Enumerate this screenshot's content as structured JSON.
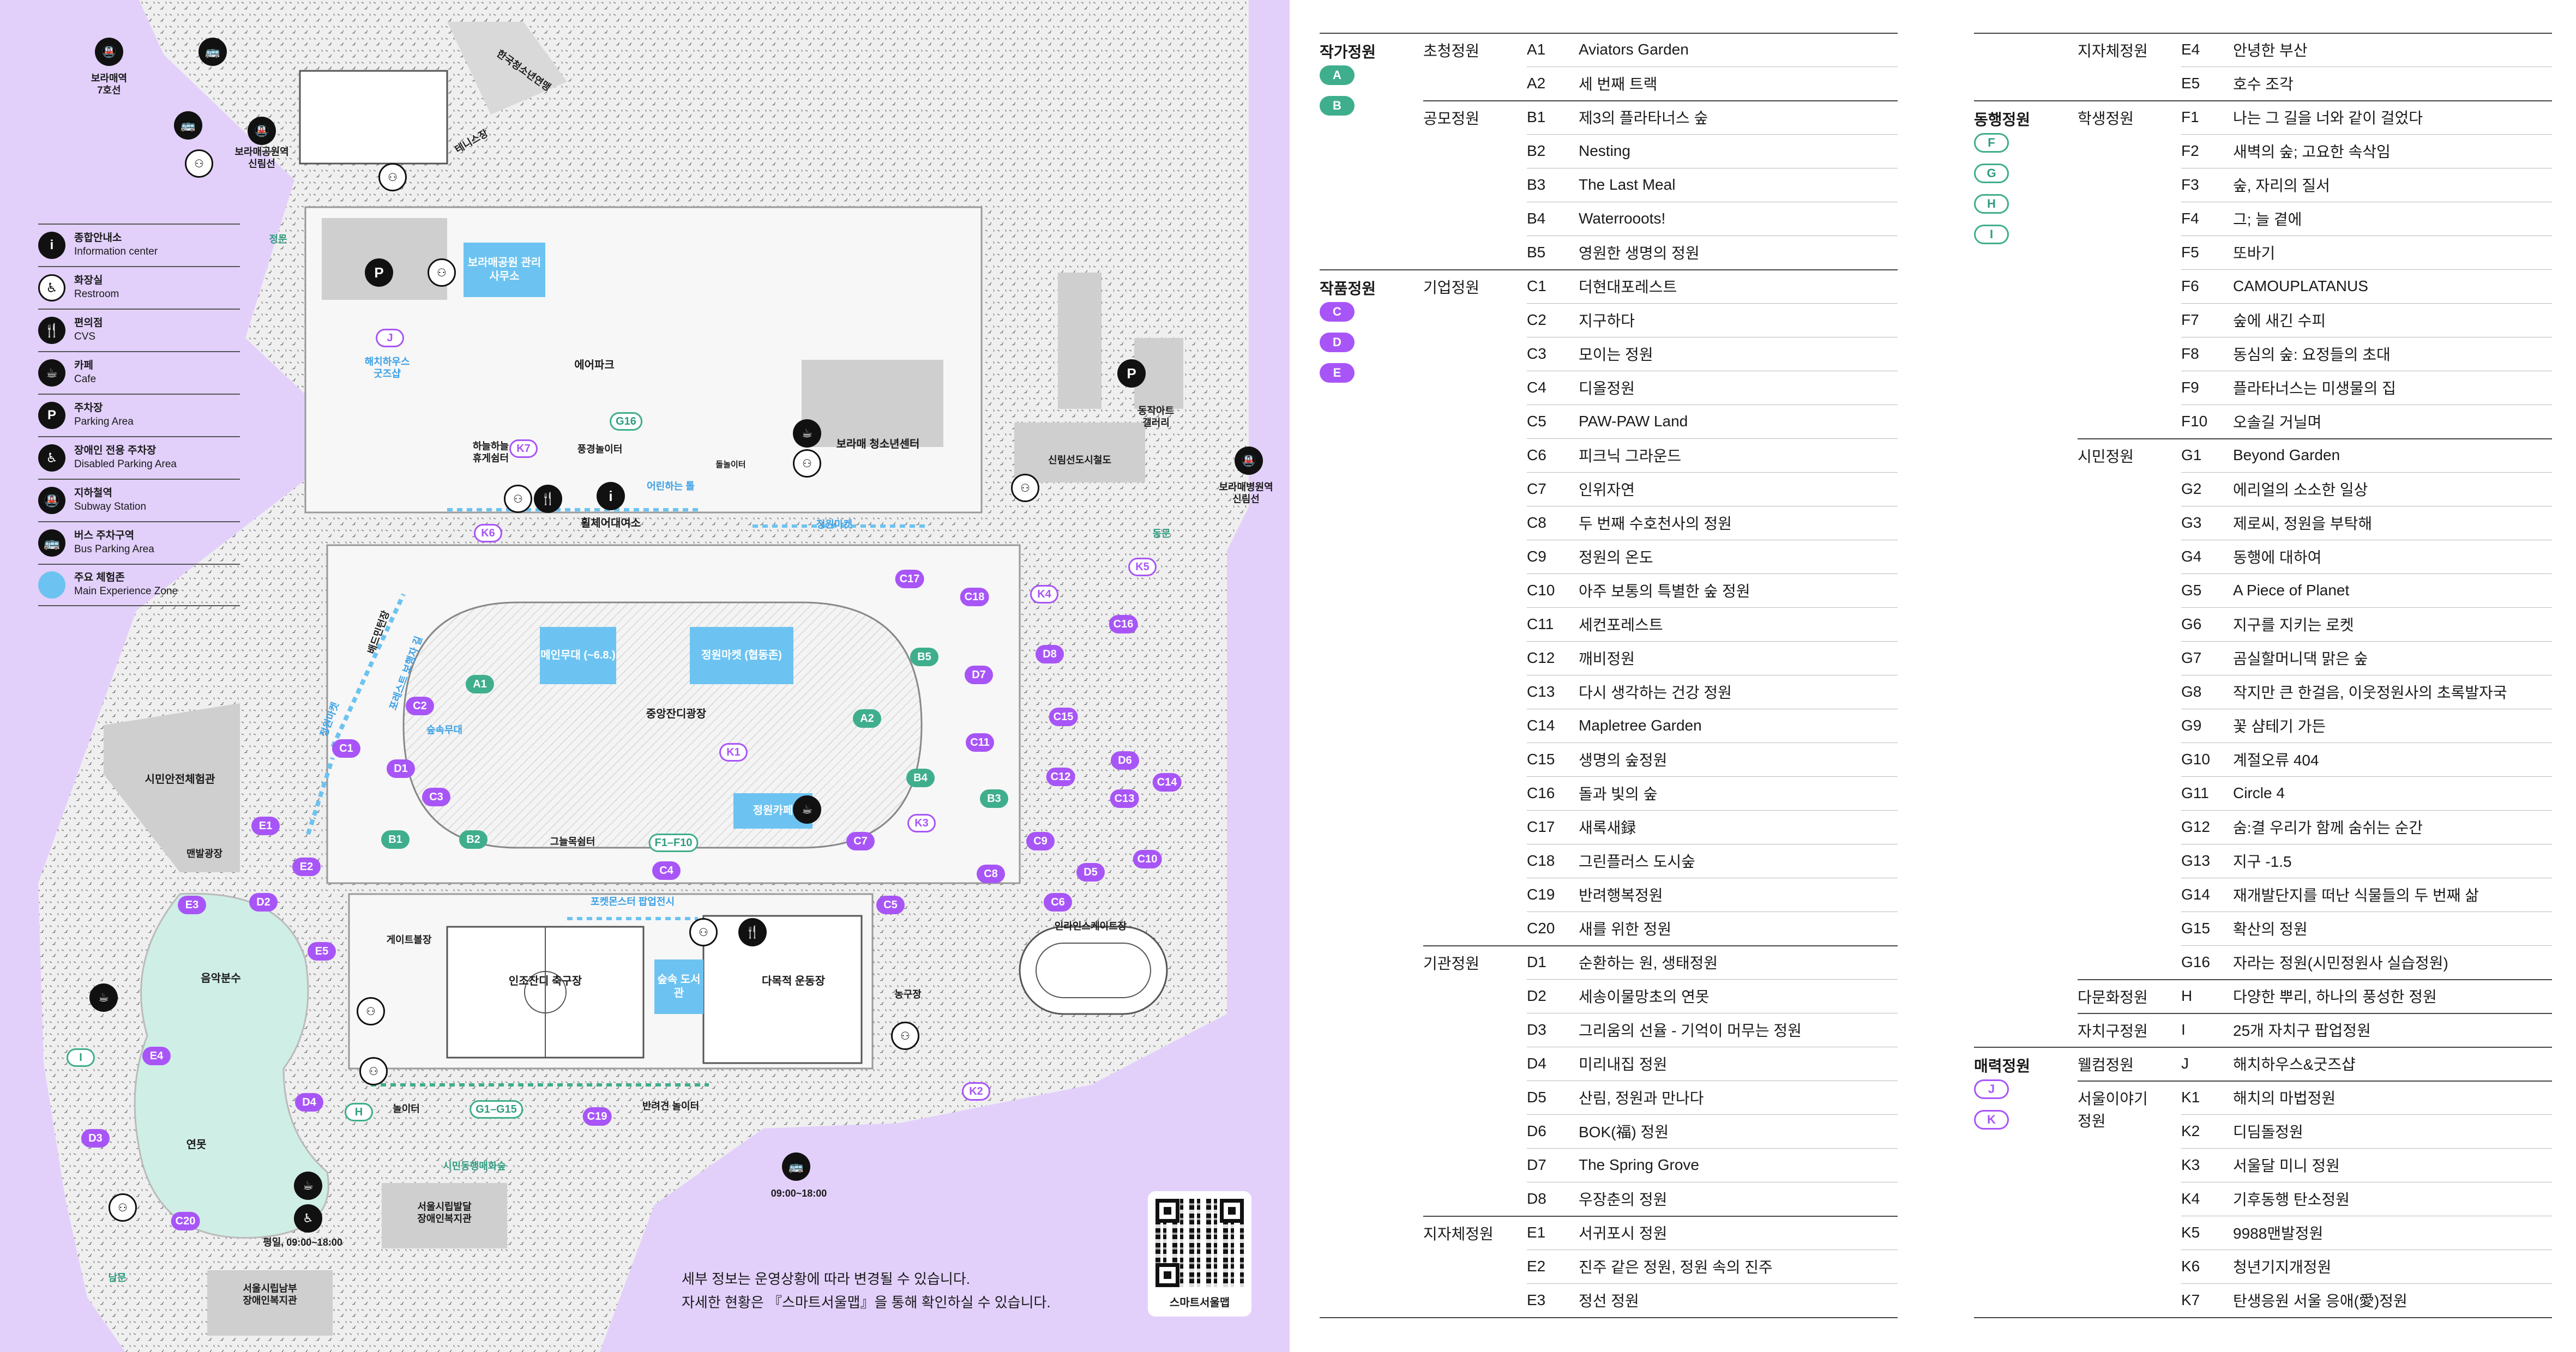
{
  "map": {
    "buildings": {
      "subway_bora": "보라매역\n7호선",
      "youth_federation": "한국청소년연맹",
      "tennis": "테니스장",
      "subway_park": "보라매공원역\n신림선",
      "main_gate": "정문",
      "park_office": "보라매공원\n관리사무소",
      "haechi": "해치하우스\n굿즈샵",
      "airpark": "에어파크",
      "rest_area": "하늘하늘\n휴게쉼터",
      "fountain": "풍경놀이터",
      "dolmen": "돌놀이터",
      "youth_center": "보라매 청소년센터",
      "dongjak_gallery": "동작아트\n갤러리",
      "sillim_office": "신림선도시철도",
      "hospital_station": "보라매병원역\n신림선",
      "east_gate": "동문",
      "wheelchair": "휠체어대여소",
      "path_togetherness": "어린하는 톨",
      "garden_market": "정원마켓",
      "badminton": "배드민턴장",
      "main_stage": "메인무대\n(~6.8.)",
      "market_box": "정원마켓\n(협동존)",
      "central_lawn": "중앙잔디광장",
      "forest_stage": "숲속무대",
      "civil_safety": "시민안전체험관",
      "garden_cafe": "정원카페",
      "shade_rest": "그늘목쉼터",
      "gate_ball": "게이트볼장",
      "artificial_field": "인조잔디 축구장",
      "forest_library": "숲속\n도서관",
      "multi_field": "다목적 운동장",
      "basketball": "농구장",
      "skate": "인라인스케이트장",
      "popup_store": "포켓몬스터 팝업전시",
      "music_stage": "음악분수",
      "lake": "연못",
      "playground": "놀이터",
      "dog_park": "반려견 놀이터",
      "welfare1": "서울시립발달\n장애인복지관",
      "welfare2": "서울시립남부\n장애인복지관",
      "south_gate": "남문",
      "cafe_hours": "평일, 09:00~18:00",
      "bus_hours": "09:00~18:00",
      "paddle": "맨발광장",
      "disabled_path": "시민동행매화숲",
      "forest_path1": "포레스트 보행자 길",
      "forest_path2": "정원마켓"
    },
    "markers": [
      {
        "code": "A1",
        "style": "g"
      },
      {
        "code": "A2",
        "style": "g"
      },
      {
        "code": "B1",
        "style": "g"
      },
      {
        "code": "B2",
        "style": "g"
      },
      {
        "code": "B3",
        "style": "g"
      },
      {
        "code": "B4",
        "style": "g"
      },
      {
        "code": "B5",
        "style": "g"
      },
      {
        "code": "C1",
        "style": "p"
      },
      {
        "code": "C2",
        "style": "p"
      },
      {
        "code": "C3",
        "style": "p"
      },
      {
        "code": "C4",
        "style": "p"
      },
      {
        "code": "C5",
        "style": "p"
      },
      {
        "code": "C6",
        "style": "p"
      },
      {
        "code": "C7",
        "style": "p"
      },
      {
        "code": "C8",
        "style": "p"
      },
      {
        "code": "C9",
        "style": "p"
      },
      {
        "code": "C10",
        "style": "p"
      },
      {
        "code": "C11",
        "style": "p"
      },
      {
        "code": "C12",
        "style": "p"
      },
      {
        "code": "C13",
        "style": "p"
      },
      {
        "code": "C14",
        "style": "p"
      },
      {
        "code": "C15",
        "style": "p"
      },
      {
        "code": "C16",
        "style": "p"
      },
      {
        "code": "C17",
        "style": "p"
      },
      {
        "code": "C18",
        "style": "p"
      },
      {
        "code": "C19",
        "style": "p"
      },
      {
        "code": "C20",
        "style": "p"
      },
      {
        "code": "D1",
        "style": "p"
      },
      {
        "code": "D2",
        "style": "p"
      },
      {
        "code": "D3",
        "style": "p"
      },
      {
        "code": "D4",
        "style": "p"
      },
      {
        "code": "D5",
        "style": "p"
      },
      {
        "code": "D6",
        "style": "p"
      },
      {
        "code": "D7",
        "style": "p"
      },
      {
        "code": "D8",
        "style": "p"
      },
      {
        "code": "E1",
        "style": "p"
      },
      {
        "code": "E2",
        "style": "p"
      },
      {
        "code": "E3",
        "style": "p"
      },
      {
        "code": "E4",
        "style": "p"
      },
      {
        "code": "E5",
        "style": "p"
      },
      {
        "code": "F1–F10",
        "style": "o"
      },
      {
        "code": "G1–G15",
        "style": "o"
      },
      {
        "code": "G16",
        "style": "o"
      },
      {
        "code": "H",
        "style": "o"
      },
      {
        "code": "I",
        "style": "o"
      },
      {
        "code": "J",
        "style": "ob"
      },
      {
        "code": "K1",
        "style": "ob"
      },
      {
        "code": "K2",
        "style": "ob"
      },
      {
        "code": "K3",
        "style": "ob"
      },
      {
        "code": "K4",
        "style": "ob"
      },
      {
        "code": "K5",
        "style": "ob"
      },
      {
        "code": "K6",
        "style": "ob"
      },
      {
        "code": "K7",
        "style": "ob"
      }
    ],
    "legend": [
      {
        "icon": "i",
        "ko": "종합안내소",
        "en": "Information center",
        "style": "fill"
      },
      {
        "icon": "♿",
        "ko": "화장실",
        "en": "Restroom",
        "style": "outline"
      },
      {
        "icon": "🍴",
        "ko": "편의점",
        "en": "CVS",
        "style": "fill"
      },
      {
        "icon": "☕",
        "ko": "카페",
        "en": "Cafe",
        "style": "fill"
      },
      {
        "icon": "P",
        "ko": "주차장",
        "en": "Parking Area",
        "style": "fill"
      },
      {
        "icon": "♿",
        "ko": "장애인 전용 주차장",
        "en": "Disabled Parking Area",
        "style": "fill"
      },
      {
        "icon": "🚇",
        "ko": "지하철역",
        "en": "Subway Station",
        "style": "fill"
      },
      {
        "icon": "🚌",
        "ko": "버스 주차구역",
        "en": "Bus Parking Area",
        "style": "fill"
      },
      {
        "icon": "",
        "ko": "주요 체험존",
        "en": "Main Experience Zone",
        "style": "zone"
      }
    ],
    "notice": [
      "세부 정보는 운영상황에 따라 변경될 수 있습니다.",
      "자세한 현황은 『스마트서울맵』을 통해 확인하실 수 있습니다."
    ],
    "qr_caption": "스마트서울맵"
  },
  "directory": {
    "col1": [
      {
        "cat": "작가정원",
        "badges": [
          {
            "t": "A",
            "s": "g"
          },
          {
            "t": "B",
            "s": "g"
          }
        ],
        "groups": [
          {
            "sub": "초청정원",
            "items": [
              [
                "A1",
                "Aviators Garden"
              ],
              [
                "A2",
                "세 번째 트랙"
              ]
            ]
          },
          {
            "sub": "공모정원",
            "items": [
              [
                "B1",
                "제3의 플라타너스 숲"
              ],
              [
                "B2",
                "Nesting"
              ],
              [
                "B3",
                "The Last Meal"
              ],
              [
                "B4",
                "Waterrooots!"
              ],
              [
                "B5",
                "영원한 생명의 정원"
              ]
            ]
          }
        ]
      },
      {
        "cat": "작품정원",
        "badges": [
          {
            "t": "C",
            "s": "p"
          },
          {
            "t": "D",
            "s": "p"
          },
          {
            "t": "E",
            "s": "p"
          }
        ],
        "groups": [
          {
            "sub": "기업정원",
            "items": [
              [
                "C1",
                "더현대포레스트"
              ],
              [
                "C2",
                "지구하다"
              ],
              [
                "C3",
                "모이는 정원"
              ],
              [
                "C4",
                "디올정원"
              ],
              [
                "C5",
                "PAW-PAW Land"
              ],
              [
                "C6",
                "피크닉 그라운드"
              ],
              [
                "C7",
                "인위자연"
              ],
              [
                "C8",
                "두 번째 수호천사의 정원"
              ],
              [
                "C9",
                "정원의 온도"
              ],
              [
                "C10",
                "아주 보통의 특별한 숲 정원"
              ],
              [
                "C11",
                "세컨포레스트"
              ],
              [
                "C12",
                "깨비정원"
              ],
              [
                "C13",
                "다시 생각하는 건강 정원"
              ],
              [
                "C14",
                "Mapletree Garden"
              ],
              [
                "C15",
                "생명의 숲정원"
              ],
              [
                "C16",
                "돌과 빛의 숲"
              ],
              [
                "C17",
                "새록새録"
              ],
              [
                "C18",
                "그린플러스 도시숲"
              ],
              [
                "C19",
                "반려행복정원"
              ],
              [
                "C20",
                "새를 위한 정원"
              ]
            ]
          },
          {
            "sub": "기관정원",
            "items": [
              [
                "D1",
                "순환하는 원, 생태정원"
              ],
              [
                "D2",
                "세송이물망초의 연못"
              ],
              [
                "D3",
                "그리움의 선율 - 기억이 머무는 정원"
              ],
              [
                "D4",
                "미리내집 정원"
              ],
              [
                "D5",
                "산림, 정원과 만나다"
              ],
              [
                "D6",
                "BOK(福) 정원"
              ],
              [
                "D7",
                "The Spring Grove"
              ],
              [
                "D8",
                "우장춘의 정원"
              ]
            ]
          },
          {
            "sub": "지자체정원",
            "items": [
              [
                "E1",
                "서귀포시 정원"
              ],
              [
                "E2",
                "진주 같은 정원, 정원 속의 진주"
              ],
              [
                "E3",
                "정선 정원"
              ]
            ]
          }
        ]
      }
    ],
    "col2": [
      {
        "cat": "",
        "badges": [],
        "groups": [
          {
            "sub": "지자체정원",
            "items": [
              [
                "E4",
                "안녕한 부산"
              ],
              [
                "E5",
                "호수 조각"
              ]
            ]
          }
        ]
      },
      {
        "cat": "동행정원",
        "badges": [
          {
            "t": "F",
            "s": "o"
          },
          {
            "t": "G",
            "s": "o"
          },
          {
            "t": "H",
            "s": "o"
          },
          {
            "t": "I",
            "s": "o"
          }
        ],
        "groups": [
          {
            "sub": "학생정원",
            "items": [
              [
                "F1",
                "나는 그 길을 너와 같이 걸었다"
              ],
              [
                "F2",
                "새벽의 숲; 고요한 속삭임"
              ],
              [
                "F3",
                "숲, 자리의 질서"
              ],
              [
                "F4",
                "그; 늘 곁에"
              ],
              [
                "F5",
                "또바기"
              ],
              [
                "F6",
                "CAMOUPLATANUS"
              ],
              [
                "F7",
                "숲에 새긴 수피"
              ],
              [
                "F8",
                "동심의 숲: 요정들의 초대"
              ],
              [
                "F9",
                "플라타너스는 미생물의 집"
              ],
              [
                "F10",
                "오솔길 거닐며"
              ]
            ]
          },
          {
            "sub": "시민정원",
            "items": [
              [
                "G1",
                "Beyond Garden"
              ],
              [
                "G2",
                "에리얼의 소소한 일상"
              ],
              [
                "G3",
                "제로씨, 정원을 부탁해"
              ],
              [
                "G4",
                "동행에 대하여"
              ],
              [
                "G5",
                "A Piece of Planet"
              ],
              [
                "G6",
                "지구를 지키는 로켓"
              ],
              [
                "G7",
                "곰실할머니댁 맑은 숲"
              ],
              [
                "G8",
                "작지만 큰 한걸음, 이웃정원사의 초록발자국"
              ],
              [
                "G9",
                "꽃 샴테기 가든"
              ],
              [
                "G10",
                "계절오류 404"
              ],
              [
                "G11",
                "Circle 4"
              ],
              [
                "G12",
                "숨:결 우리가 함께 숨쉬는 순간"
              ],
              [
                "G13",
                "지구 -1.5"
              ],
              [
                "G14",
                "재개발단지를 떠난 식물들의 두 번째 삶"
              ],
              [
                "G15",
                "확산의 정원"
              ],
              [
                "G16",
                "자라는 정원(시민정원사 실습정원)"
              ]
            ]
          },
          {
            "sub": "다문화정원",
            "items": [
              [
                "H",
                "다양한 뿌리, 하나의 풍성한 정원"
              ]
            ]
          },
          {
            "sub": "자치구정원",
            "items": [
              [
                "I",
                "25개 자치구 팝업정원"
              ]
            ]
          }
        ]
      },
      {
        "cat": "매력정원",
        "badges": [
          {
            "t": "J",
            "s": "ob"
          },
          {
            "t": "K",
            "s": "ob"
          }
        ],
        "groups": [
          {
            "sub": "웰컴정원",
            "items": [
              [
                "J",
                "해치하우스&굿즈샵"
              ]
            ]
          },
          {
            "sub": "서울이야기\n정원",
            "items": [
              [
                "K1",
                "해치의 마법정원"
              ],
              [
                "K2",
                "디딤돌정원"
              ],
              [
                "K3",
                "서울달 미니 정원"
              ],
              [
                "K4",
                "기후동행 탄소정원"
              ],
              [
                "K5",
                "9988맨발정원"
              ],
              [
                "K6",
                "청년기지개정원"
              ],
              [
                "K7",
                "탄생응원 서울 응애(愛)정원"
              ]
            ]
          }
        ]
      }
    ]
  }
}
